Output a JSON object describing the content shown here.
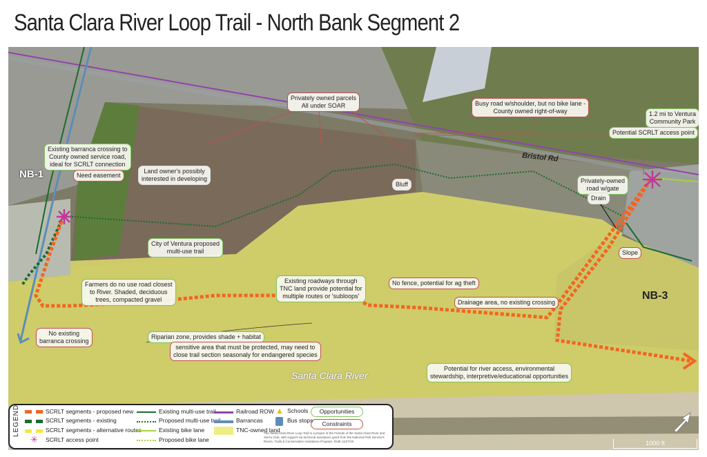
{
  "title": "Santa Clara River Loop Trail - North Bank Segment 2",
  "map_labels": {
    "nb1": "NB-1",
    "nb3": "NB-3",
    "bristol": "Bristol Rd",
    "river": "Santa Clara River",
    "scale": "1000 ft"
  },
  "callouts": {
    "soar": [
      "Privately owned parcels",
      "All under SOAR"
    ],
    "busy_road": [
      "Busy road w/shoulder, but no bike lane -",
      "County owned right-of-way"
    ],
    "park": [
      "1.2 mi to Ventura",
      "Community Park"
    ],
    "access": "Potential SCRLT access point",
    "barranca": [
      "Existing barranca crossing to",
      "County owned service road,",
      "ideal for SCRLT connection"
    ],
    "easement": "Need easement",
    "developing": [
      "Land owner's possibly",
      "interested in developing"
    ],
    "bluff": "Bluff",
    "gate": [
      "Privately-owned",
      "road w/gate"
    ],
    "drain": "Drain",
    "slope": "Slope",
    "city": [
      "City of Ventura proposed",
      "multi-use trail"
    ],
    "farmers": [
      "Farmers do no use road closest",
      "to River. Shaded, deciduous",
      "trees, compacted gravel"
    ],
    "roadways": [
      "Existing roadways through",
      "TNC land provide potential for",
      "multiple routes or 'subloops'"
    ],
    "fence": "No fence, potential for ag theft",
    "drainage": "Drainage area, no existing crossing",
    "no_crossing": [
      "No existing",
      "barranca crossing"
    ],
    "riparian": "Riparian zone, provides shade + habitat",
    "sensitive": [
      "sensitive area that must be protected, may need to",
      "close trail section seasonaly for endangered species"
    ],
    "river_access": [
      "Potential for river access,  environmental",
      "stewardship, interpretive/educational opportunities"
    ]
  },
  "legend": {
    "heading": "LEGEND",
    "items": [
      "SCRLT segments - proposed new",
      "SCRLT segments - existing",
      "SCRLT segments - alternative routes",
      "SCRLT access point",
      "Existing multi-use trail",
      "Proposed multi-use trail",
      "Existing bike lane",
      "Proposed bike lane",
      "Railroad ROW",
      "Barrancas",
      "TNC-owned land",
      "Schools",
      "Bus stops",
      "Opportunities",
      "Constraints"
    ],
    "credit": "The Santa Clara River Loop Trail is a project of the Friends of the Santa Clara River and Sierra Club, with support via technical assistance grant from the National Park Service's Rivers, Trails & Conservation Assistance Program. Draft 11/27/19"
  },
  "colors": {
    "proposed": "#f26522",
    "existing": "#1a6b2e",
    "alternative": "#f5e642",
    "access": "#c0389a",
    "railroad": "#8e44ad",
    "barranca": "#5b8db8",
    "tnc": "#eeee88",
    "opportunity": "#7cc35a",
    "constraint": "#c0504d"
  }
}
